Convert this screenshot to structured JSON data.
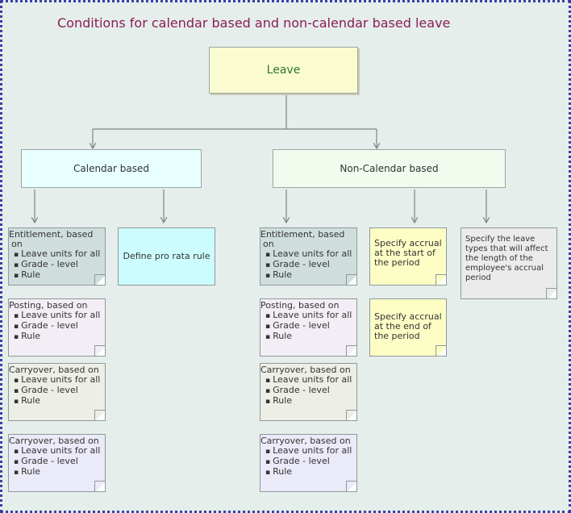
{
  "title": "Conditions for calendar based and non-calendar based leave",
  "root": "Leave",
  "categories": {
    "calendar": "Calendar based",
    "non_calendar": "Non-Calendar based"
  },
  "calendar_notes": [
    {
      "head": "Entitlement, based on",
      "items": [
        "Leave units for all",
        "Grade - level",
        "Rule"
      ],
      "color": "#cfdedd"
    },
    {
      "head": "Posting, based on",
      "items": [
        "Leave units for all",
        "Grade - level",
        "Rule"
      ],
      "color": "#f3eef5"
    },
    {
      "head": "Carryover, based on",
      "items": [
        "Leave units for all",
        "Grade - level",
        "Rule"
      ],
      "color": "#edefe7"
    },
    {
      "head": "Carryover, based on",
      "items": [
        "Leave units for all",
        "Grade - level",
        "Rule"
      ],
      "color": "#ebeaf9"
    }
  ],
  "pro_rata": "Define pro rata rule",
  "non_calendar_notes": [
    {
      "head": "Entitlement, based on",
      "items": [
        "Leave units for all",
        "Grade - level",
        "Rule"
      ]
    },
    {
      "head": "Posting, based on",
      "items": [
        "Leave units for all",
        "Grade - level",
        "Rule"
      ]
    },
    {
      "head": "Carryover, based on",
      "items": [
        "Leave units for all",
        "Grade - level",
        "Rule"
      ]
    },
    {
      "head": "Carryover, based on",
      "items": [
        "Leave units for all",
        "Grade - level",
        "Rule"
      ]
    }
  ],
  "accrual_start": "Specify accrual at the start of the period",
  "accrual_end": "Specify accrual at the end of the period",
  "leave_types_note": "Specify the leave types that will affect the length of the employee's accrual period",
  "colors": {
    "background": "#e5eeea",
    "border": "#3a3fa8",
    "title": "#8b1c5a",
    "root_fill": "#fbfbd0",
    "root_text": "#2c7a2c",
    "calendar_fill": "#e8ffff",
    "non_calendar_fill": "#f1fcef",
    "pro_rata_fill": "#cdfcff",
    "accrual_fill": "#fdfdc6",
    "leave_types_fill": "#ebebeb",
    "connector": "#7a8585"
  }
}
